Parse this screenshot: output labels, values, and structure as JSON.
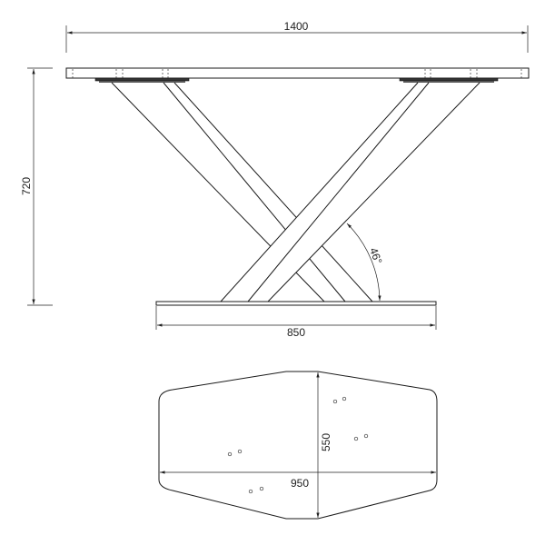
{
  "drawing": {
    "side_view": {
      "overall_length": "1400",
      "overall_height": "720",
      "base_length": "850",
      "leg_angle": "46°"
    },
    "top_view": {
      "base_width": "950",
      "base_depth": "550"
    }
  },
  "colors": {
    "line": "#1a1a1a",
    "background": "#ffffff"
  }
}
